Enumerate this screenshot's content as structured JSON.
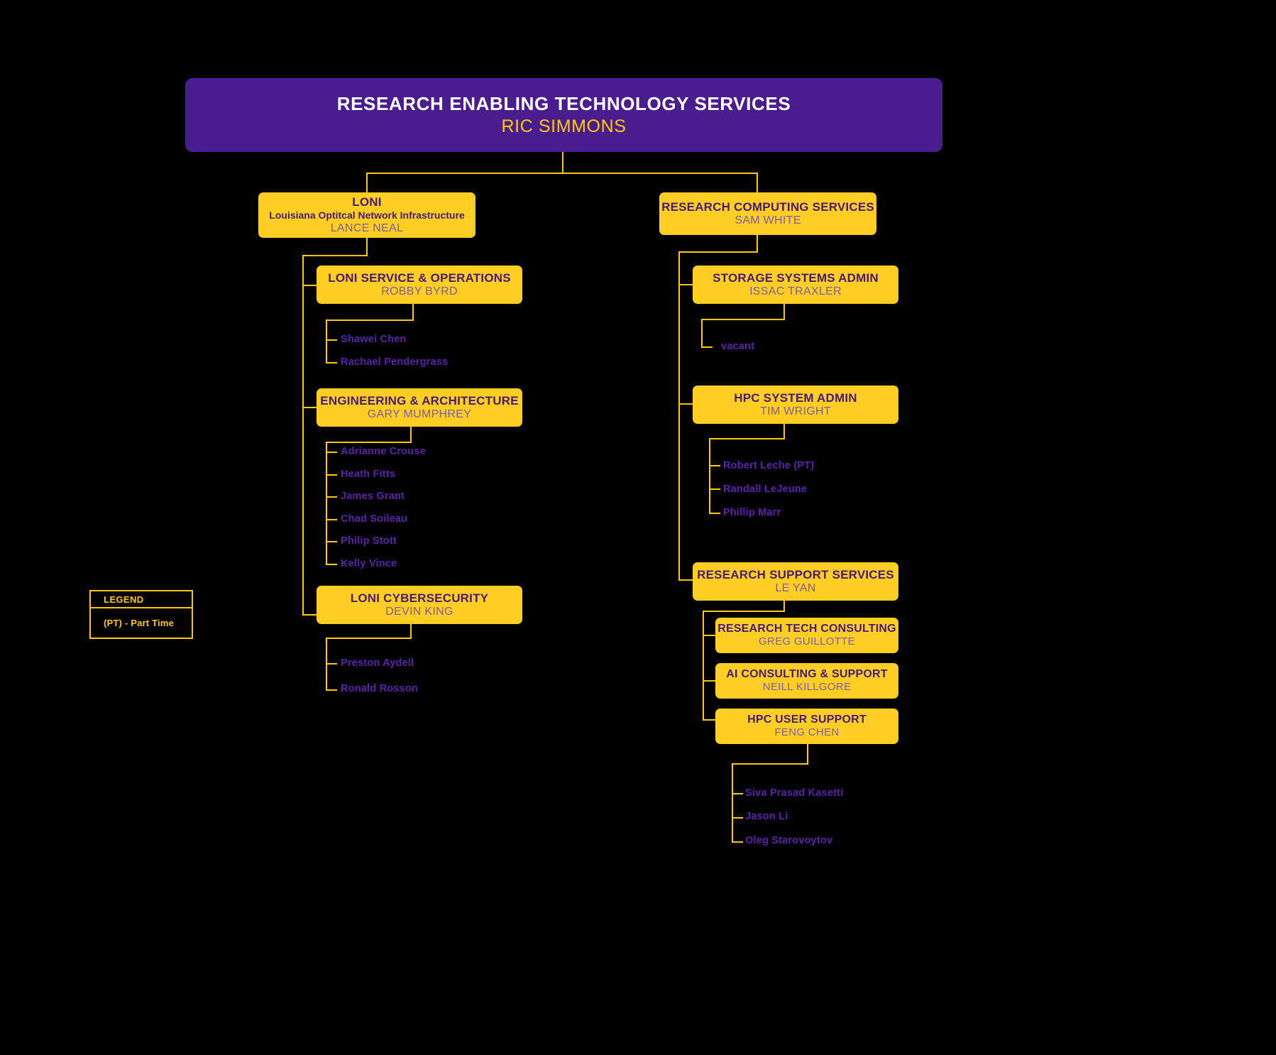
{
  "meta": {
    "background_color": "#000000",
    "box_color": "#FFCE22",
    "line_color": "#FFC907",
    "root_color": "#4A1D8E",
    "title_text_color": "#461A75",
    "person_text_color": "#7B5BA8",
    "staff_text_color": "#5B21A8"
  },
  "root": {
    "title": "RESEARCH ENABLING TECHNOLOGY SERVICES",
    "person": "RIC SIMMONS"
  },
  "divisions": {
    "loni": {
      "title": "LONI",
      "subtitle": "Louisiana Optitcal Network Infrastructure",
      "person": "LANCE NEAL"
    },
    "research_computing_services": {
      "title": "RESEARCH COMPUTING SERVICES",
      "person": "SAM WHITE"
    }
  },
  "units": {
    "loni_service_operations": {
      "title": "LONI SERVICE & OPERATIONS",
      "person": "ROBBY BYRD",
      "staff": [
        "Shawei Chen",
        "Rachael Pendergrass"
      ]
    },
    "engineering_architecture": {
      "title": "ENGINEERING & ARCHITECTURE",
      "person": "GARY MUMPHREY",
      "staff": [
        "Adrianne Crouse",
        "Heath Fitts",
        "James Grant",
        "Chad Soileau",
        "Philip Stott",
        "Kelly Vince"
      ]
    },
    "loni_cybersecurity": {
      "title": "LONI CYBERSECURITY",
      "person": "DEVIN KING",
      "staff": [
        "Preston Aydell",
        "Ronald Rosson"
      ]
    },
    "storage_systems_admin": {
      "title": "STORAGE SYSTEMS ADMIN",
      "person": "ISSAC TRAXLER",
      "staff": [
        "vacant"
      ]
    },
    "hpc_system_admin": {
      "title": "HPC SYSTEM ADMIN",
      "person": "TIM WRIGHT",
      "staff": [
        "Robert Leche (PT)",
        "Randall LeJeune",
        "Phillip Marr"
      ]
    },
    "research_support_services": {
      "title": "RESEARCH SUPPORT SERVICES",
      "person": "LE YAN",
      "staff": []
    },
    "research_tech_consulting": {
      "title": "RESEARCH TECH CONSULTING",
      "person": "GREG GUILLOTTE",
      "staff": []
    },
    "ai_consulting_support": {
      "title": "AI CONSULTING & SUPPORT",
      "person": "NEILL KILLGORE",
      "staff": []
    },
    "hpc_user_support": {
      "title": "HPC USER SUPPORT",
      "person": "FENG CHEN",
      "staff": [
        "Siva Prasad Kasetti",
        "Jason Li",
        "Oleg Starovoytov"
      ]
    }
  },
  "legend": {
    "title": "LEGEND",
    "note": "(PT) - Part Time"
  }
}
